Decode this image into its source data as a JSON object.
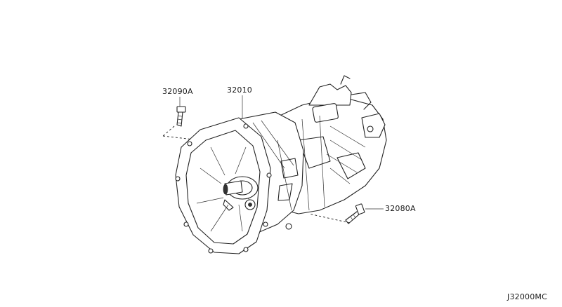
{
  "labels": {
    "bolt_upper": "32090A",
    "transmission": "32010",
    "bolt_lower": "32080A",
    "diagram_code": "J32000MC"
  }
}
